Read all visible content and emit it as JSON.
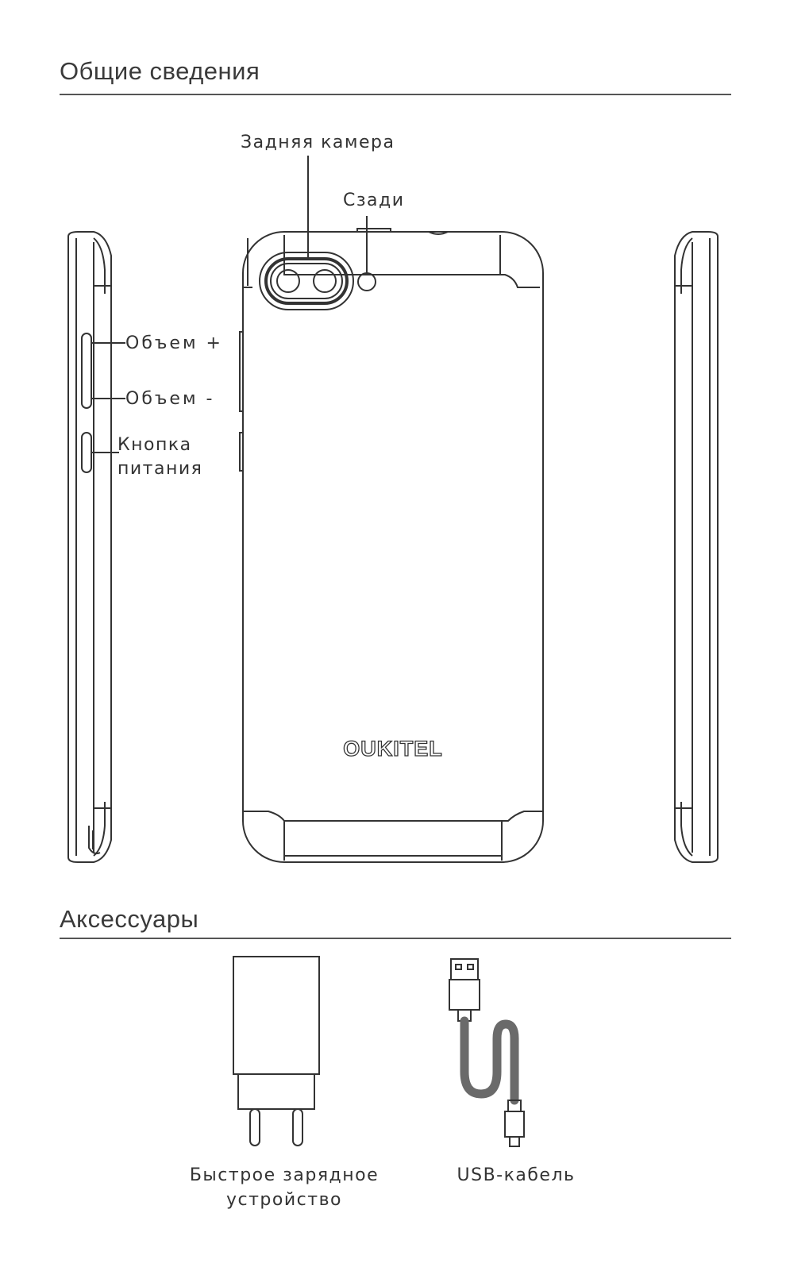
{
  "sections": {
    "general": {
      "title": "Общие сведения"
    },
    "accessories": {
      "title": "Аксессуары"
    }
  },
  "phone_labels": {
    "rear_camera": "Задняя камера",
    "back": "Сзади",
    "volume_up": "Объем +",
    "volume_down": "Объем -",
    "power_line1": "Кнопка",
    "power_line2": "питания"
  },
  "brand": {
    "logo_text": "OUKITEL"
  },
  "accessories": {
    "charger_line1": "Быстрое зарядное",
    "charger_line2": "устройство",
    "cable": "USB-кабель"
  }
}
